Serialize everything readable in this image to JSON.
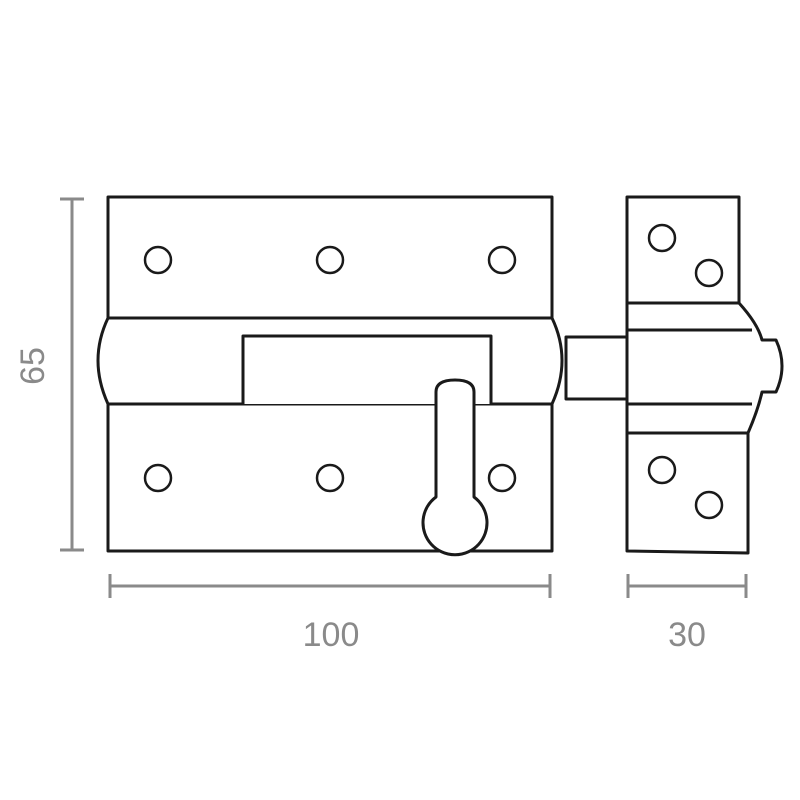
{
  "dimensions": {
    "height_label": "65",
    "width_label": "100",
    "keeper_width_label": "30"
  },
  "colors": {
    "outline": "#1a1a1a",
    "dimension": "#8a8a8a",
    "background": "#ffffff"
  }
}
